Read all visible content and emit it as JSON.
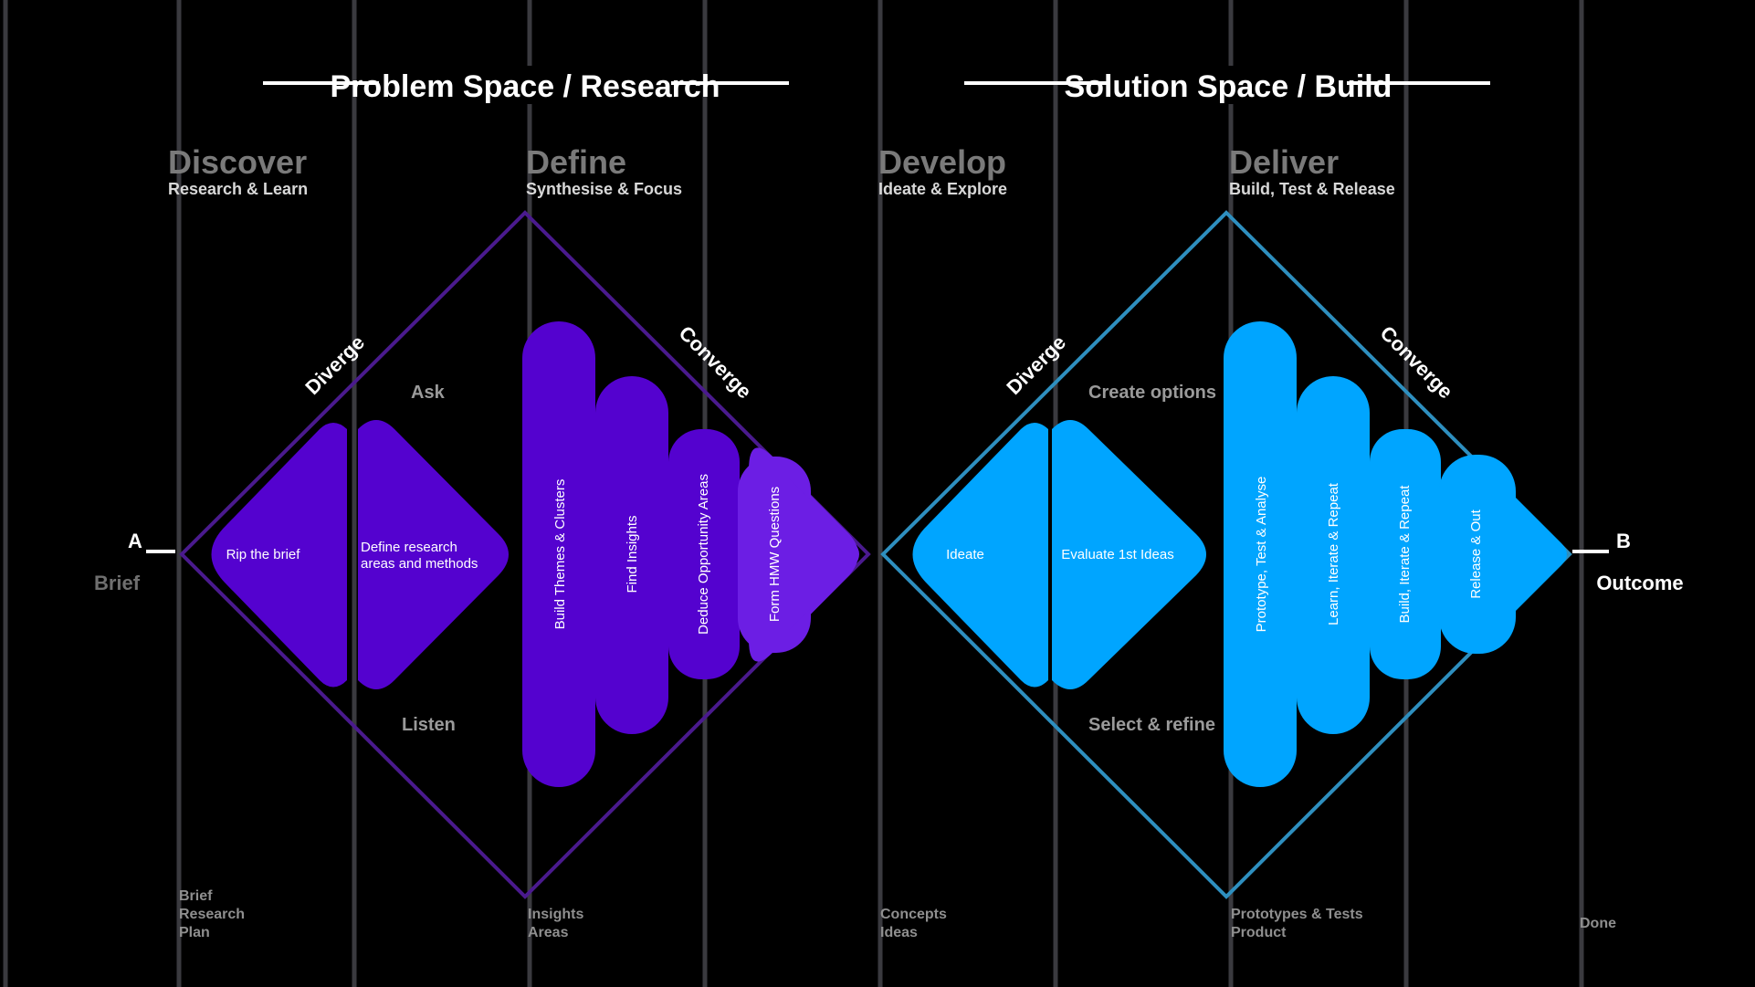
{
  "headings": {
    "left": "Problem Space / Research",
    "right": "Solution Space / Build"
  },
  "phases": [
    {
      "title": "Discover",
      "subtitle": "Research & Learn"
    },
    {
      "title": "Define",
      "subtitle": "Synthesise & Focus"
    },
    {
      "title": "Develop",
      "subtitle": "Ideate & Explore"
    },
    {
      "title": "Deliver",
      "subtitle": "Build, Test & Release"
    }
  ],
  "diagonal_labels": {
    "left_up": "Diverge",
    "left_down": "Converge",
    "right_up": "Diverge",
    "right_down": "Converge"
  },
  "mid_labels": {
    "left_top": "Ask",
    "left_bottom": "Listen",
    "right_top": "Create options",
    "right_bottom": "Select & refine"
  },
  "endpoints": {
    "start_letter": "A",
    "start_label": "Brief",
    "end_letter": "B",
    "end_label": "Outcome"
  },
  "left_steps": {
    "rip_brief": "Rip the brief",
    "define_research_line1": "Define research",
    "define_research_line2": "areas and methods",
    "build_themes": "Build Themes & Clusters",
    "find_insights": "Find Insights",
    "deduce_areas": "Deduce Opportunity Areas",
    "form_hmw": "Form HMW Questions"
  },
  "right_steps": {
    "ideate": "Ideate",
    "evaluate": "Evaluate 1st Ideas",
    "prototype": "Prototype, Test & Analyse",
    "learn": "Learn, Iterate & Repeat",
    "build": "Build, Iterate & Repeat",
    "release": "Release & Out"
  },
  "footnotes": {
    "discover": [
      "Brief",
      "Research",
      "Plan"
    ],
    "define": [
      "Insights",
      "Areas"
    ],
    "develop": [
      "Concepts",
      "Ideas"
    ],
    "deliver": [
      "Prototypes & Tests",
      "Product"
    ],
    "end": [
      "Done"
    ]
  },
  "colors": {
    "purple": "#5402cf",
    "purple_light": "#6c1ee4",
    "purple_outline": "#4a1a8e",
    "blue": "#00a5ff",
    "blue_outline": "#2e8fbf",
    "grid_line": "#3a3a3f"
  }
}
